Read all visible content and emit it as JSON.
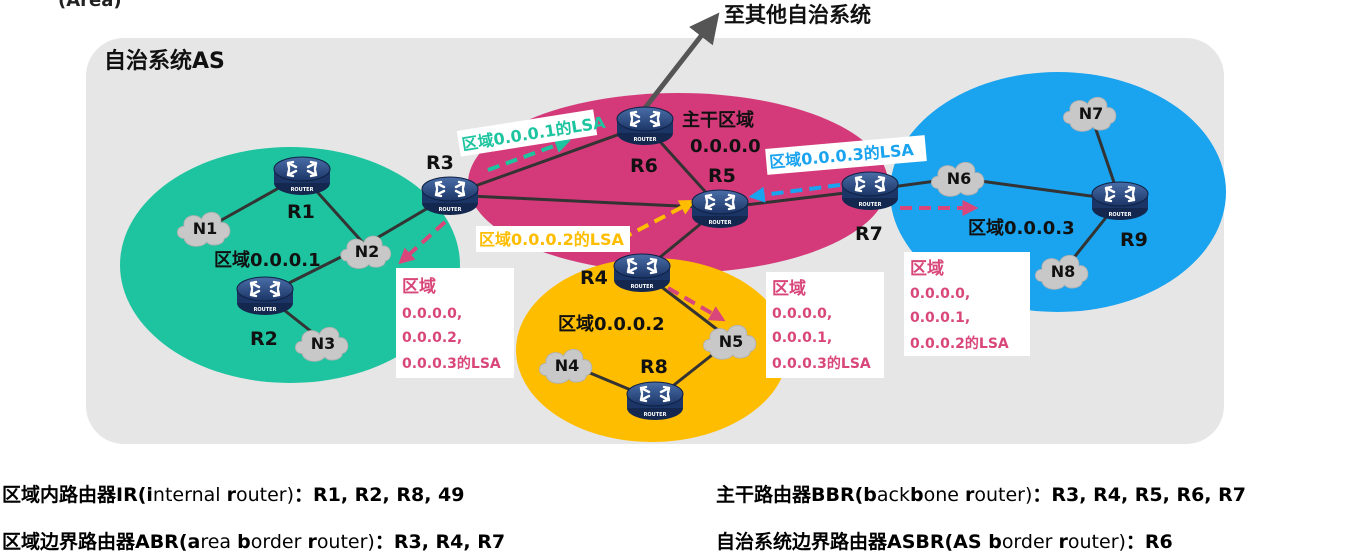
{
  "header": {
    "partial_title": "(Area)",
    "destination": "至其他自治系统"
  },
  "as_label": "自治系统AS",
  "area_labels": {
    "backbone_line1": "主干区域",
    "backbone_line2": "0.0.0.0",
    "area1": "区域0.0.0.1",
    "area2": "区域0.0.0.2",
    "area3": "区域0.0.0.3"
  },
  "routers": {
    "R1": "R1",
    "R2": "R2",
    "R3": "R3",
    "R4": "R4",
    "R5": "R5",
    "R6": "R6",
    "R7": "R7",
    "R8": "R8",
    "R9": "R9",
    "icon_text": "ROUTER"
  },
  "networks": {
    "N1": "N1",
    "N2": "N2",
    "N3": "N3",
    "N4": "N4",
    "N5": "N5",
    "N6": "N6",
    "N7": "N7",
    "N8": "N8"
  },
  "lsa_labels": {
    "area1_lsa": "区域0.0.0.1的LSA",
    "area2_lsa": "区域0.0.0.2的LSA",
    "area3_lsa": "区域0.0.0.3的LSA"
  },
  "summary_boxes": {
    "box_r3": [
      "区域",
      "0.0.0.0,",
      "0.0.0.2,",
      "0.0.0.3的LSA"
    ],
    "box_r4": [
      "区域",
      "0.0.0.0,",
      "0.0.0.1,",
      "0.0.0.3的LSA"
    ],
    "box_r7": [
      "区域",
      "0.0.0.0,",
      "0.0.0.1,",
      "0.0.0.2的LSA"
    ]
  },
  "footer": {
    "ir": {
      "prefix": "区域内路由器IR(",
      "parts": [
        [
          "i",
          "b"
        ],
        [
          "nternal ",
          "n"
        ],
        [
          "r",
          "b"
        ],
        [
          "outer)",
          "n"
        ]
      ],
      "suffix": "：R1, R2, R8, 49"
    },
    "abr": {
      "prefix": "区域边界路由器ABR(",
      "parts": [
        [
          "a",
          "b"
        ],
        [
          "rea ",
          "n"
        ],
        [
          "b",
          "b"
        ],
        [
          "order ",
          "n"
        ],
        [
          "r",
          "b"
        ],
        [
          "outer)",
          "n"
        ]
      ],
      "suffix": "：R3, R4, R7"
    },
    "bbr": {
      "prefix": "主干路由器BBR(",
      "parts": [
        [
          "b",
          "b"
        ],
        [
          "ack",
          "n"
        ],
        [
          "b",
          "b"
        ],
        [
          "one ",
          "n"
        ],
        [
          "r",
          "b"
        ],
        [
          "outer)",
          "n"
        ]
      ],
      "suffix": "：R3, R4, R5, R6, R7"
    },
    "asbr": {
      "prefix": "自治系统边界路由器ASBR(AS ",
      "parts": [
        [
          "b",
          "b"
        ],
        [
          "order ",
          "n"
        ],
        [
          "r",
          "b"
        ],
        [
          "outer)",
          "n"
        ]
      ],
      "suffix": "：R6"
    }
  },
  "colors": {
    "as_bg": "#e6e6e6",
    "area1": "#1ec4a0",
    "backbone": "#d43a7a",
    "area2": "#ffbd00",
    "area3": "#1aa3ee",
    "lsa_area1": "#1ec4a0",
    "lsa_area2": "#ffbd00",
    "lsa_area3": "#1aa3ee",
    "summary": "#d9477a",
    "router": "#1f3d74"
  }
}
